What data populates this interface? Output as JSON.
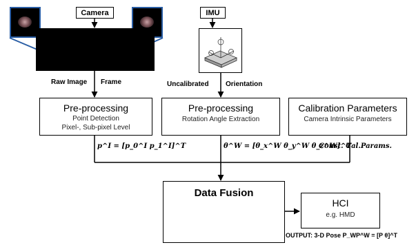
{
  "camera_label": "Camera",
  "imu_label": "IMU",
  "raw_image_label": "Raw Image",
  "frame_label": "Frame",
  "uncalibrated_label": "Uncalibrated",
  "orientation_label": "Orientation",
  "preprocessing_camera": {
    "title": "Pre-processing",
    "line1": "Point Detection",
    "line2": "Pixel-, Sub-pixel Level"
  },
  "preprocessing_imu": {
    "title": "Pre-processing",
    "line1": "Rotation Angle Extraction"
  },
  "calibration": {
    "title": "Calibration Parameters",
    "line1": "Camera Intrinsic Parameters"
  },
  "eq_point": "p^I = [p_0^I p_1^I]^T",
  "eq_theta": "θ^W = [θ_x^W θ_y^W θ_z^W]^T",
  "eq_const": "Const. Cal.Params.",
  "data_fusion_label": "Data Fusion",
  "hci": {
    "title": "HCI",
    "subtitle": "e.g. HMD"
  },
  "output_label": "OUTPUT: 3-D Pose P_WP^W = [P θ]^T",
  "colors": {
    "thumbnail_border": "#2a5ea5",
    "line": "#000000"
  }
}
